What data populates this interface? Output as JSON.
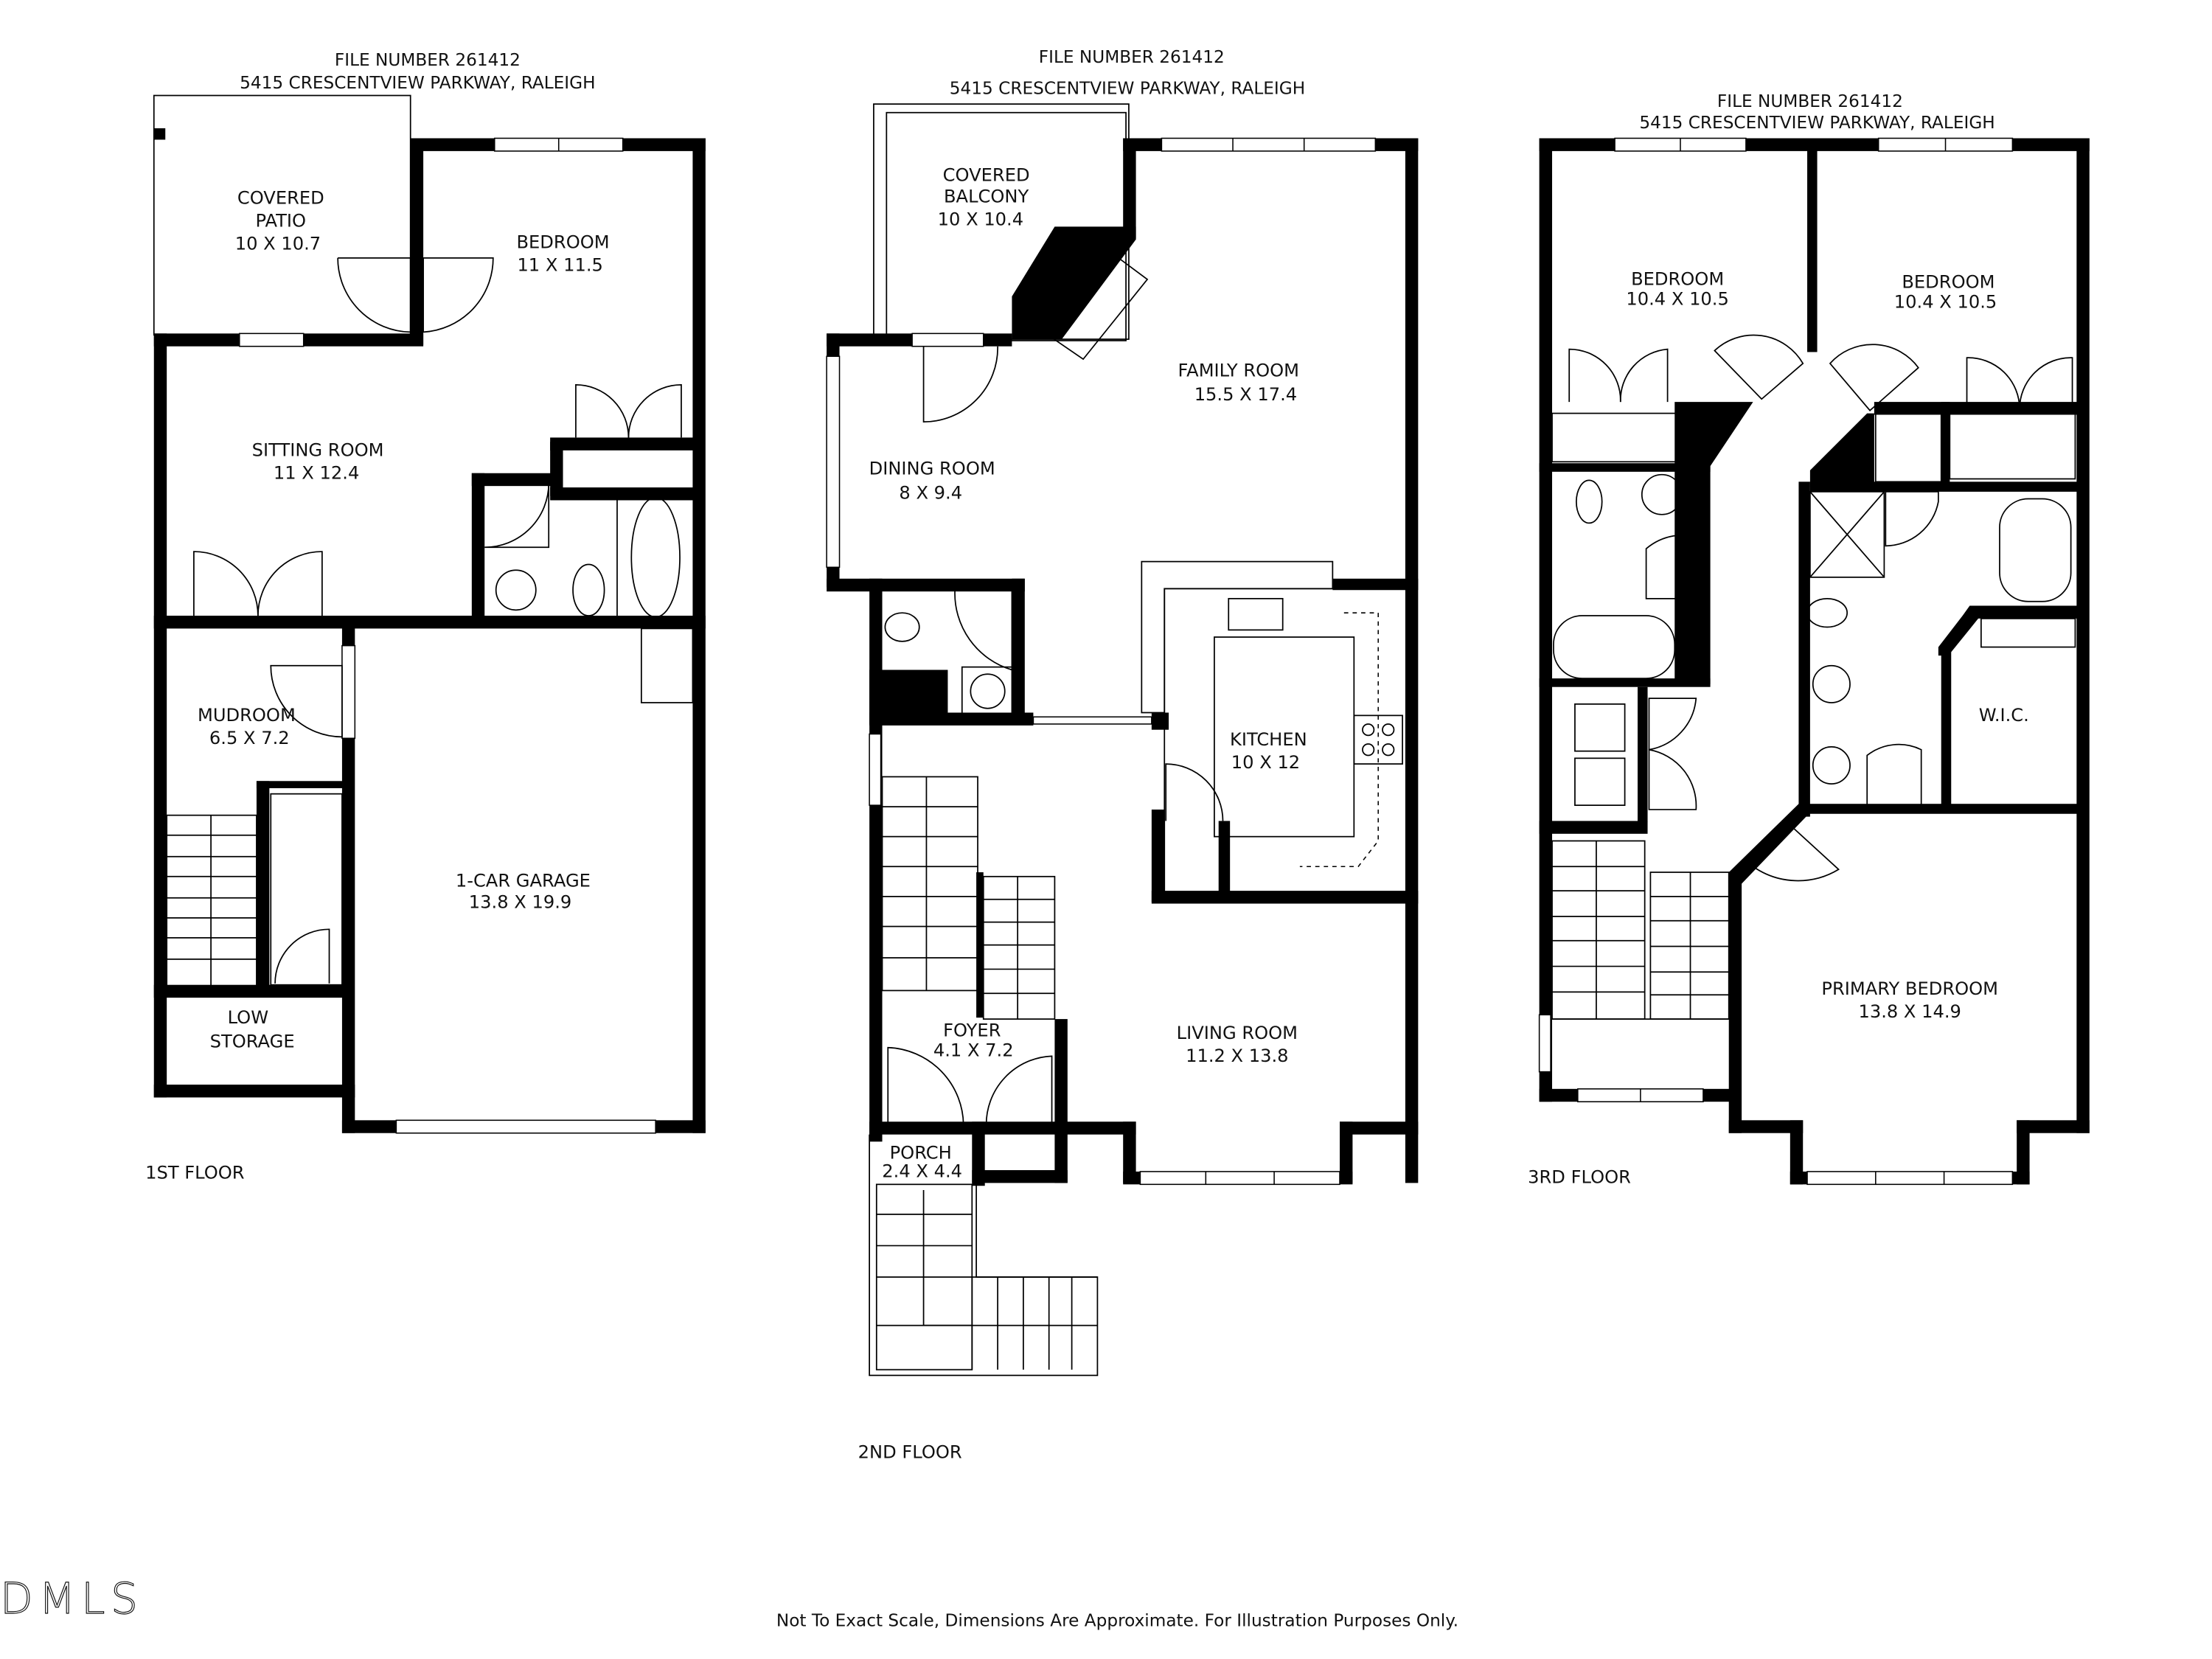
{
  "header": {
    "file_number": "FILE NUMBER 261412",
    "address": "5415 CRESCENTVIEW PARKWAY, RALEIGH"
  },
  "floors": [
    {
      "name": "1ST FLOOR",
      "rooms": [
        {
          "name": "COVERED PATIO",
          "line1": "COVERED",
          "line2": "PATIO",
          "dims": "10 X 10.7"
        },
        {
          "name": "BEDROOM",
          "dims": "11 X 11.5"
        },
        {
          "name": "SITTING ROOM",
          "dims": "11 X 12.4"
        },
        {
          "name": "MUDROOM",
          "dims": "6.5 X 7.2"
        },
        {
          "name": "LOW STORAGE",
          "line1": "LOW",
          "line2": "STORAGE"
        },
        {
          "name": "1-CAR GARAGE",
          "dims": "13.8 X 19.9"
        }
      ]
    },
    {
      "name": "2ND FLOOR",
      "rooms": [
        {
          "name": "COVERED BALCONY",
          "line1": "COVERED",
          "line2": "BALCONY",
          "dims": "10 X 10.4"
        },
        {
          "name": "FAMILY ROOM",
          "dims": "15.5 X 17.4"
        },
        {
          "name": "DINING ROOM",
          "dims": "8 X 9.4"
        },
        {
          "name": "KITCHEN",
          "dims": "10 X 12"
        },
        {
          "name": "FOYER",
          "dims": "4.1 X 7.2"
        },
        {
          "name": "LIVING ROOM",
          "dims": "11.2 X 13.8"
        },
        {
          "name": "PORCH",
          "dims": "2.4 X 4.4"
        }
      ]
    },
    {
      "name": "3RD FLOOR",
      "rooms": [
        {
          "name": "BEDROOM",
          "dims": "10.4 X 10.5"
        },
        {
          "name": "BEDROOM",
          "dims": "10.4 X 10.5"
        },
        {
          "name": "W.I.C."
        },
        {
          "name": "PRIMARY BEDROOM",
          "dims": "13.8 X 14.9"
        }
      ]
    }
  ],
  "footer": {
    "disclaimer": "Not To Exact Scale, Dimensions Are Approximate. For Illustration Purposes Only.",
    "logo": "DMLS"
  }
}
